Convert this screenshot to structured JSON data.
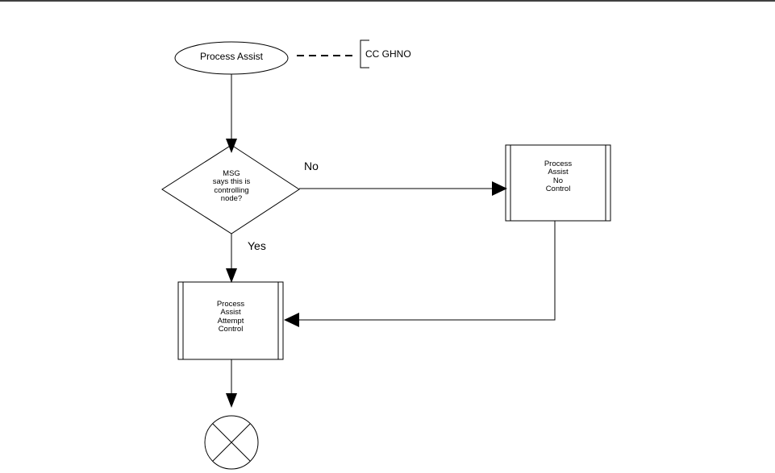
{
  "start": {
    "label": "Process Assist"
  },
  "annotation": {
    "text": "CC GHNO"
  },
  "decision": {
    "lines": [
      "MSG",
      "says this is",
      "controlling",
      "node?"
    ]
  },
  "process_no_control": {
    "lines": [
      "Process",
      "Assist",
      "No",
      "Control"
    ]
  },
  "process_attempt_control": {
    "lines": [
      "Process",
      "Assist",
      "Attempt",
      "Control"
    ]
  },
  "edges": {
    "no_label": "No",
    "yes_label": "Yes"
  },
  "end": {
    "symbol": "connector-end-x"
  }
}
